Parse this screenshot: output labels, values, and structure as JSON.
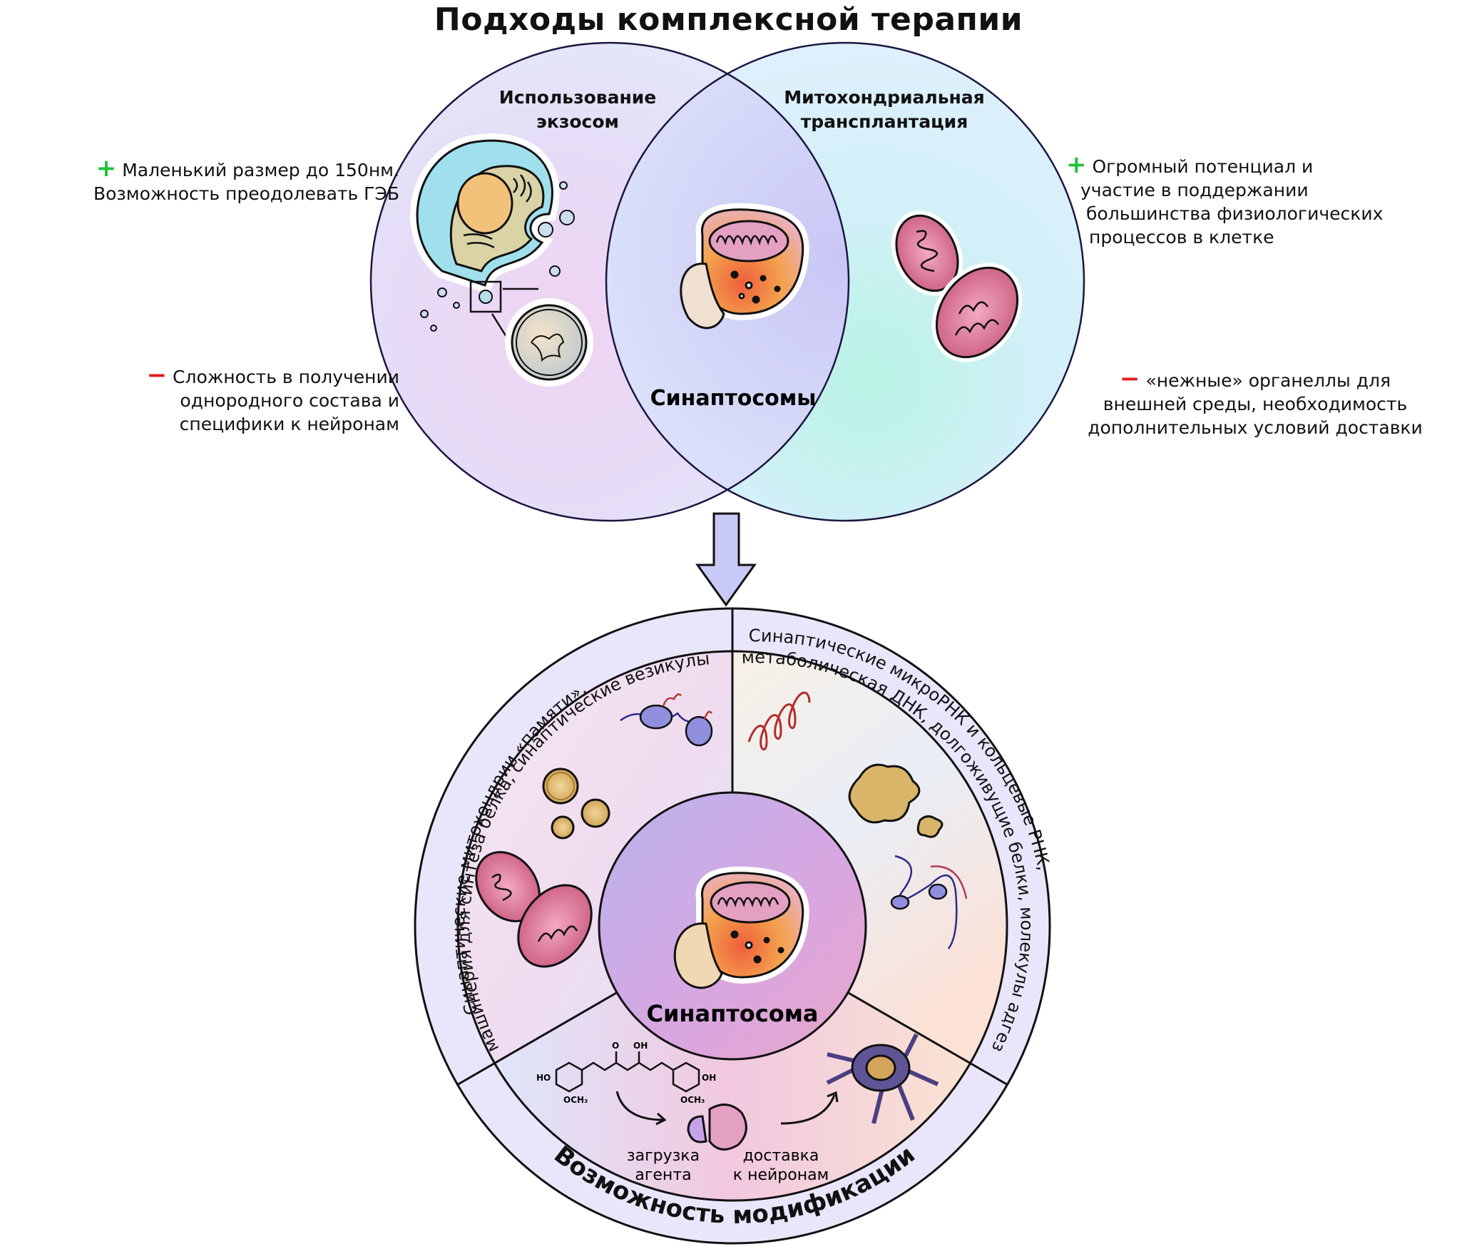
{
  "title": "Подходы комплексной терапии",
  "venn": {
    "left": {
      "label_line1": "Использование",
      "label_line2": "экзосом",
      "pro_sign": "+",
      "pro_line1": "Маленький размер до 150нм.",
      "pro_line2": "Возможность преодолевать ГЭБ",
      "con_sign": "−",
      "con_line1": "Сложность в получении",
      "con_line2": "однородного состава и",
      "con_line3": "специфики к нейронам",
      "illustration": "exosome-cell-icon"
    },
    "right": {
      "label_line1": "Митохондриальная",
      "label_line2": "трансплантация",
      "pro_sign": "+",
      "pro_line1": "Огромный потенциал и",
      "pro_line2": "участие в поддержании",
      "pro_line3": "большинства физиологических",
      "pro_line4": "процессов в клетке",
      "con_sign": "−",
      "con_line1": "«нежные» органеллы для",
      "con_line2": "внешней среды, необходимость",
      "con_line3": "дополнительных условий доставки",
      "illustration": "mitochondria-icon"
    },
    "intersection": {
      "label": "Синаптосомы",
      "illustration": "synaptosome-icon"
    }
  },
  "arrow": {
    "icon": "down-arrow-icon",
    "fill": "#c9c9f7"
  },
  "wheel": {
    "center_label": "Синаптосома",
    "left_ring_line1": "Синаптические митохондрии «памяти»,",
    "left_ring_line2": "машинерия для синтеза белка, синаптические везикулы",
    "right_ring_line1": "Синаптические микроРНК и кольцевые РНК,",
    "right_ring_line2": "метаболическая ДНК, долгоживущие белки, молекулы адгезии",
    "bottom_ring_label": "Возможность модификации",
    "bottom_step1_line1": "загрузка",
    "bottom_step1_line2": "агента",
    "bottom_step2_line1": "доставка",
    "bottom_step2_line2": "к нейронам",
    "molecule_labels": {
      "o": "O",
      "oh": "OH",
      "ho": "HO",
      "och3": "OCH₃"
    }
  },
  "colors": {
    "plus": "#1fc13a",
    "minus": "#e31b1b",
    "ring": "#e9e6fb",
    "outline": "#111111",
    "mito_fill": "#d6789a",
    "exosome_blue": "#9fe0ec"
  }
}
